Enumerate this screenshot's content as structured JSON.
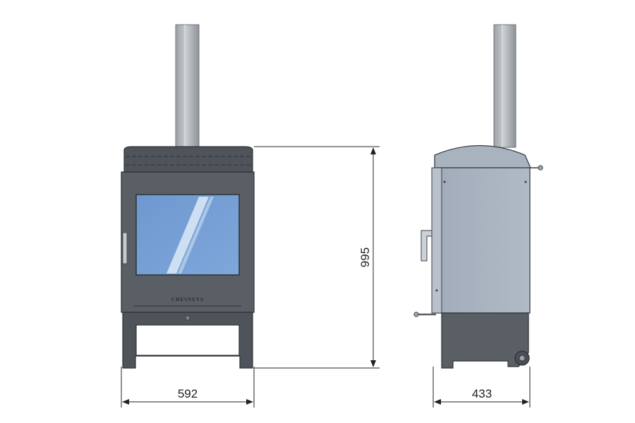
{
  "front_view": {
    "brand": "CHESNEYS"
  },
  "dimensions": {
    "width": "592",
    "height": "995",
    "depth": "433"
  },
  "colors": {
    "body": "#5a5f66",
    "body_dark": "#4a4f55",
    "glass": "#7aa3d6",
    "side_panel": "#a9b3c0",
    "flue": "#b2b6bb",
    "lines": "#222222"
  }
}
